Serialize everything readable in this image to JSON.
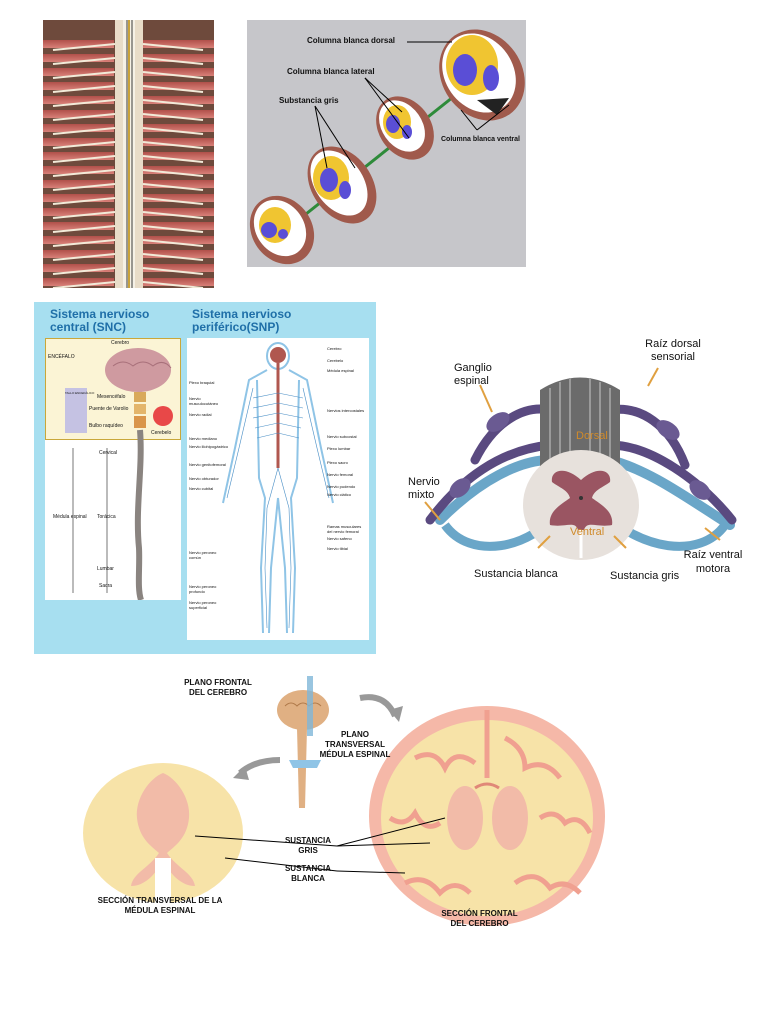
{
  "panel_spinal_cross_sections": {
    "labels": {
      "dorsal_white": "Columna blanca dorsal",
      "lateral_white": "Columna blanca lateral",
      "gray_matter": "Substancia gris",
      "ventral_white": "Columna blanca ventral"
    }
  },
  "panel_nervous_system": {
    "snc_title": "Sistema nervioso central (SNC)",
    "snp_title": "Sistema nervioso periférico(SNP)",
    "snc_labels": {
      "encefalo": "ENCÉFALO",
      "cerebro": "Cerebro",
      "tallo": "TALLO ENCEFÁLICO",
      "mesencefalo": "Mesencéfalo",
      "puente": "Puente de Varolio",
      "bulbo": "Bulbo raquídeo",
      "cerebelo": "Cerebelo",
      "cervical": "Cervical",
      "medula": "Médula espinal",
      "toracica": "Torácica",
      "lumbar": "Lumbar",
      "sacra": "Sacra"
    },
    "snp_labels_left": [
      "Plexo braquial",
      "Nervio musculocutáneo",
      "Nervio radial",
      "Nervio mediano",
      "Nervio iliohipogástrico",
      "Nervio genitofemoral",
      "Nervio obturador",
      "Nervio cubital",
      "Nervio peroneo común",
      "Nervio peroneo profundo",
      "Nervio peroneo superficial"
    ],
    "snp_labels_right": [
      "Cerebro",
      "Cerebelo",
      "Médula espinal",
      "Nervios intercostales",
      "Nervio subcostal",
      "Plexo lumbar",
      "Plexo sacro",
      "Nervio femoral",
      "Nervio pudendo",
      "Nervio ciático",
      "Ramas musculares del nervio femoral",
      "Nervio safeno",
      "Nervio tibial"
    ]
  },
  "panel_spinal_cord_3d": {
    "labels": {
      "ganglio": "Ganglio espinal",
      "raiz_dorsal": "Raíz dorsal sensorial",
      "nervio_mixto": "Nervio mixto",
      "dorsal": "Dorsal",
      "ventral": "Ventral",
      "sustancia_blanca": "Sustancia blanca",
      "sustancia_gris": "Sustancia gris",
      "raiz_ventral": "Raíz ventral motora"
    }
  },
  "panel_brain_sections": {
    "labels": {
      "plano_frontal": "PLANO FRONTAL DEL CEREBRO",
      "plano_transversal": "PLANO TRANSVERSAL MÉDULA ESPINAL",
      "sustancia_gris": "SUSTANCIA GRIS",
      "sustancia_blanca": "SUSTANCIA BLANCA",
      "seccion_transversal": "SECCIÓN TRANSVERSAL DE LA MÉDULA ESPINAL",
      "seccion_frontal": "SECCIÓN FRONTAL DEL CEREBRO"
    }
  }
}
